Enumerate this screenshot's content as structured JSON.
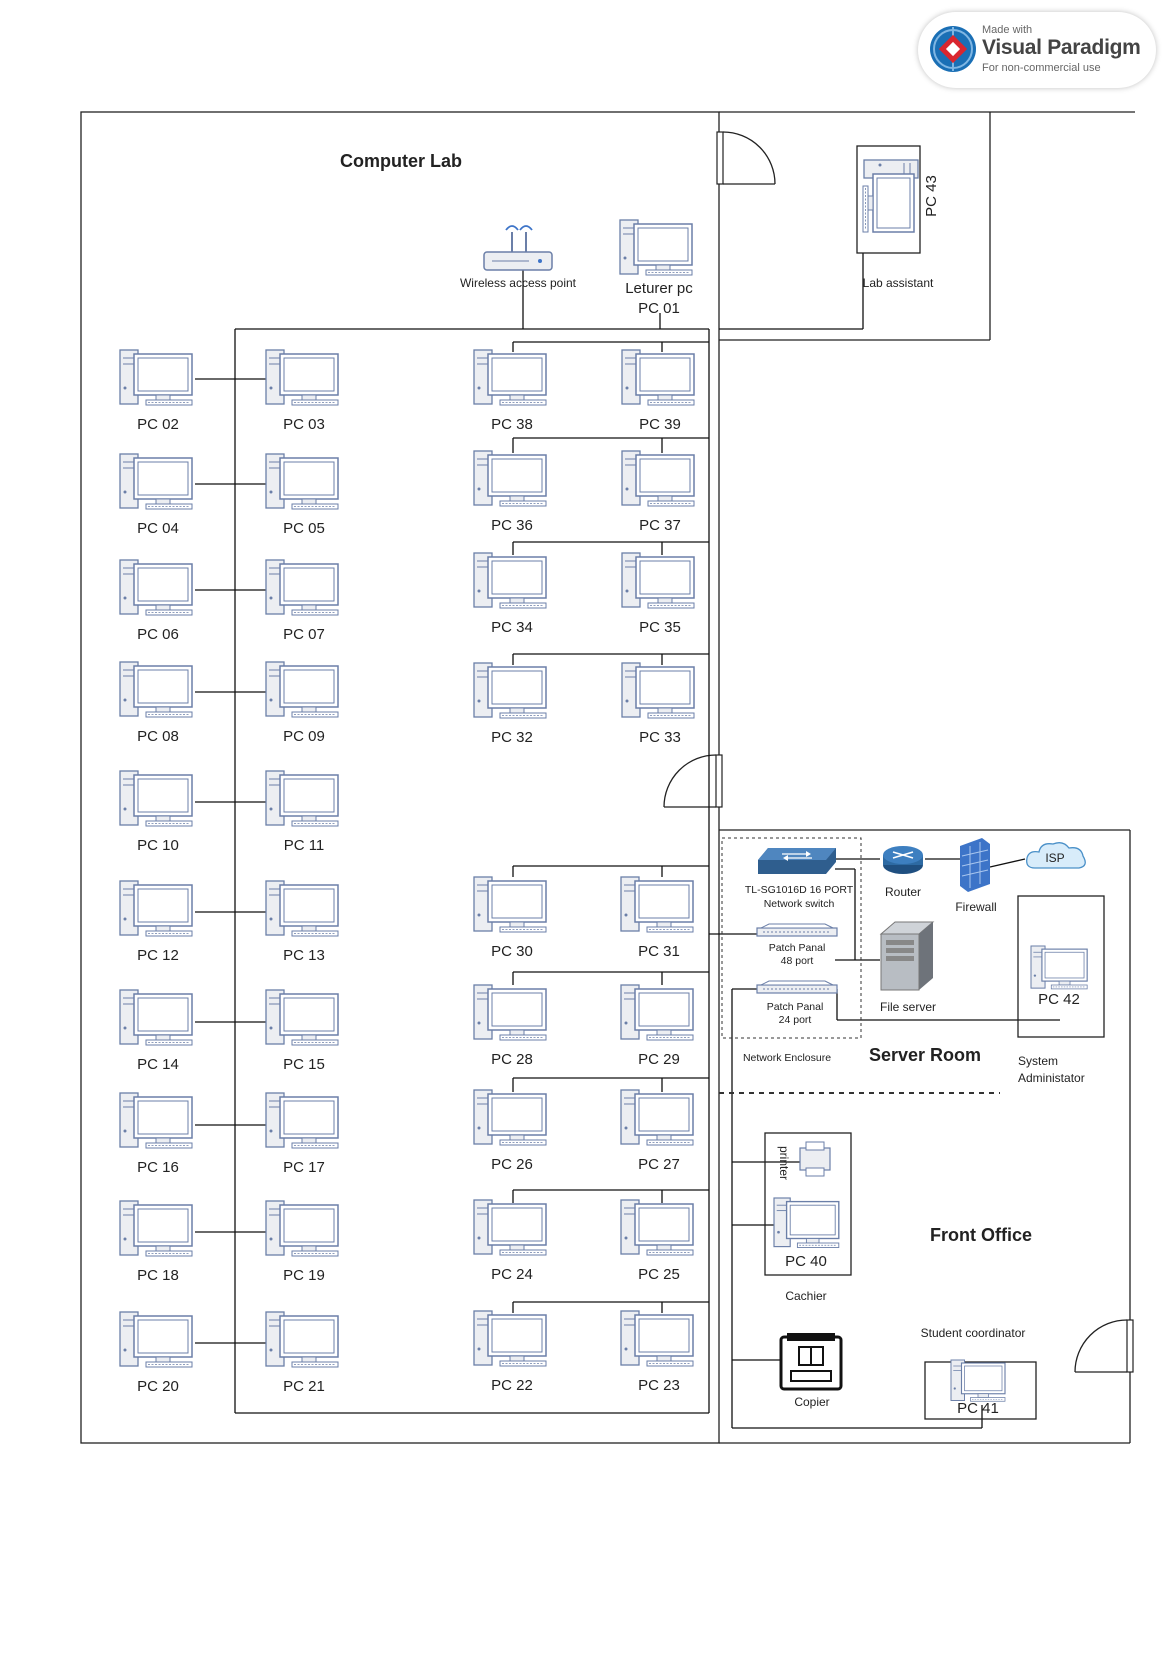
{
  "badge": {
    "made_with": "Made with",
    "brand": "Visual Paradigm",
    "note": "For non-commercial use"
  },
  "rooms": {
    "computer_lab": "Computer Lab",
    "server_room": "Server Room",
    "front_office": "Front Office"
  },
  "devices": {
    "wap": "Wireless access point",
    "lecturer_title": "Leturer pc",
    "lecturer_pc": "PC 01",
    "lab_assistant_pc": "PC 43",
    "lab_assistant": "Lab assistant",
    "switch_model": "TL-SG1016D 16 PORT",
    "switch_name": "Network switch",
    "router": "Router",
    "firewall": "Firewall",
    "isp": "ISP",
    "patch48_a": "Patch Panal",
    "patch48_b": "48 port",
    "patch24_a": "Patch Panal",
    "patch24_b": "24 port",
    "file_server": "File server",
    "network_enclosure": "Network Enclosure",
    "sysadmin_pc": "PC 42",
    "sysadmin_a": "System",
    "sysadmin_b": "Administator",
    "printer": "printer",
    "cashier_pc": "PC 40",
    "cashier": "Cachier",
    "copier": "Copier",
    "student_coord": "Student coordinator",
    "student_pc": "PC 41"
  },
  "lab_pcs": [
    "PC 02",
    "PC 03",
    "PC 04",
    "PC 05",
    "PC 06",
    "PC 07",
    "PC 08",
    "PC 09",
    "PC 10",
    "PC 11",
    "PC 12",
    "PC 13",
    "PC 14",
    "PC 15",
    "PC 16",
    "PC 17",
    "PC 18",
    "PC 19",
    "PC 20",
    "PC 21",
    "PC 38",
    "PC 39",
    "PC 36",
    "PC 37",
    "PC 34",
    "PC 35",
    "PC 32",
    "PC 33",
    "PC 30",
    "PC 31",
    "PC 28",
    "PC 29",
    "PC 26",
    "PC 27",
    "PC 24",
    "PC 25",
    "PC 22",
    "PC 23"
  ],
  "colors": {
    "device_outline": "#6b7fa8",
    "device_fill": "#ffffff",
    "tower_fill": "#eceef2",
    "switch_blue": "#2f5e8e",
    "router_blue": "#2d6aa3",
    "firewall_blue": "#3d74c8",
    "isp_fill": "#d8ecfa",
    "isp_stroke": "#4a90c8",
    "vp_red": "#d9262f",
    "vp_blue": "#1a6fb5"
  }
}
